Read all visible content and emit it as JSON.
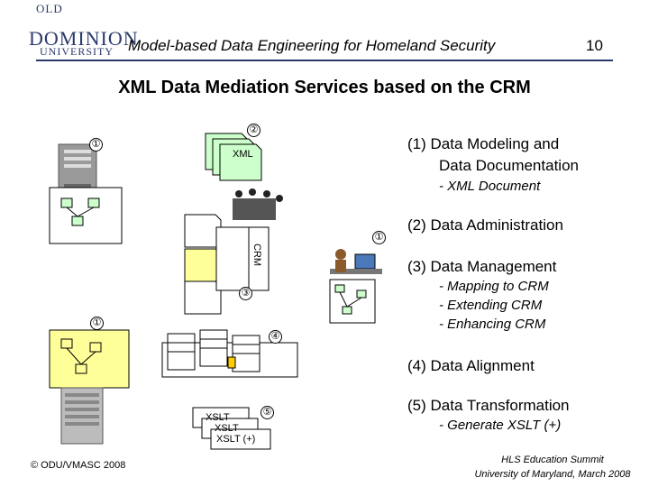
{
  "header": {
    "logo_top": "OLD",
    "logo_mid": "DOMINION",
    "logo_bot": "UNIVERSITY",
    "title": "Model-based Data Engineering for Homeland Security",
    "slide_number": "10"
  },
  "main_title": "XML Data Mediation Services based on the CRM",
  "diagram": {
    "xml_label": "XML",
    "crm_label": "CRM",
    "xslt_label_1": "XSLT",
    "xslt_label_2": "XSLT",
    "xslt_label_3": "XSLT (+)",
    "step_markers": [
      "①",
      "②",
      "③",
      "④",
      "⑤",
      "①",
      "①"
    ]
  },
  "steps": [
    {
      "title": "(1)  Data Modeling and",
      "title2": "Data Documentation",
      "details": [
        "- XML Document"
      ]
    },
    {
      "title": "(2)  Data Administration",
      "details": []
    },
    {
      "title": "(3)  Data Management",
      "details": [
        "- Mapping to CRM",
        "- Extending CRM",
        "- Enhancing CRM"
      ]
    },
    {
      "title": "(4)  Data Alignment",
      "details": []
    },
    {
      "title": "(5)  Data Transformation",
      "details": [
        "- Generate XSLT (+)"
      ]
    }
  ],
  "footer": {
    "left": "© ODU/VMASC 2008",
    "right_line1": "HLS Education Summit",
    "right_line2": "University of Maryland, March 2008"
  },
  "colors": {
    "navy": "#2b3a6b",
    "doc_green": "#ccffcc",
    "doc_yellow": "#ffff99",
    "server_gray": "#9a9a9a"
  }
}
